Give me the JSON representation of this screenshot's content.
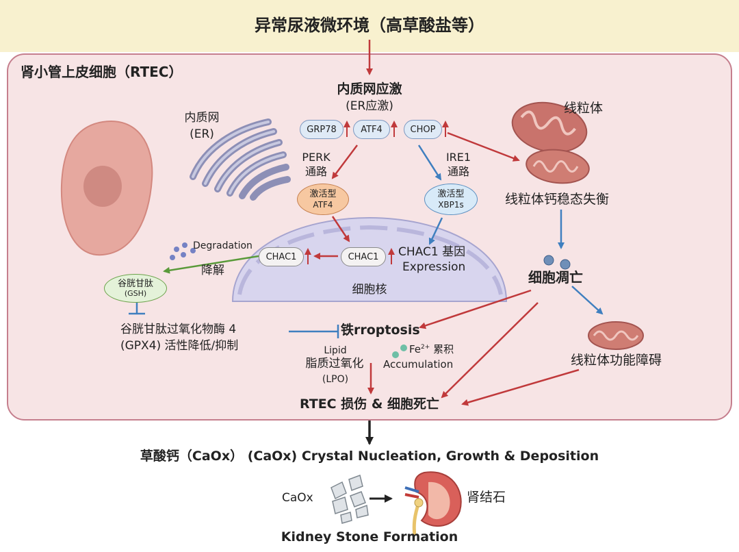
{
  "header": {
    "title": "异常尿液微环境（高草酸盐等）"
  },
  "cell": {
    "title": "肾小管上皮细胞（RTEC）"
  },
  "er_stress": {
    "title": "内质网应激",
    "subtitle": "(ER应激)"
  },
  "er": {
    "label_line1": "内质网",
    "label_line2": "(ER)"
  },
  "markers": {
    "grp78": "GRP78",
    "atf4": "ATF4",
    "chop": "CHOP"
  },
  "perk": {
    "line1": "PERK",
    "line2": "通路"
  },
  "ire1": {
    "line1": "IRE1",
    "line2": "通路"
  },
  "active_atf4": {
    "line1": "激活型",
    "line2": "ATF4"
  },
  "xbp1s": {
    "line1": "激活型",
    "line2": "XBP1s"
  },
  "nucleus": {
    "label": "细胞核",
    "chac1_inner": "CHAC1",
    "chac1_outer": "CHAC1",
    "gene_line1": "CHAC1 基因",
    "gene_line2": "Expression"
  },
  "degradation": {
    "en": "Degradation",
    "zh": "降解"
  },
  "gsh": {
    "line1": "谷胱甘肽",
    "line2": "(GSH)"
  },
  "gpx4": {
    "line1": "谷胱甘肽过氧化物酶 4",
    "line2": "(GPX4) 活性降低/抑制"
  },
  "ferroptosis": {
    "label": "铁rroptosis"
  },
  "lipid": {
    "line1": "Lipid",
    "line2": "脂质过氧化",
    "line3": "(LPO)"
  },
  "fe": {
    "prefix": "Fe",
    "sup": "2+",
    "suffix": " 累积",
    "line2": "Accumulation"
  },
  "mito": {
    "label": "线粒体",
    "homeostasis": "线粒体钙稳态失衡",
    "apoptosis": "细胞凋亡",
    "dysfunction": "线粒体功能障碍"
  },
  "injury": {
    "label": "RTEC 损伤 & 细胞死亡"
  },
  "crystal": {
    "label": "草酸钙（CaOx） (CaOx) Crystal Nucleation, Growth & Deposition"
  },
  "stone": {
    "caox": "CaOx",
    "kidney": "肾结石",
    "formation": "Kidney Stone Formation"
  },
  "colors": {
    "red_arrow": "#c0393b",
    "blue_arrow": "#3f7fbf",
    "green_arrow": "#5a9a3a",
    "cell_fill": "#f7e4e5",
    "cell_border": "#c57e8d",
    "band_fill": "#f8f1cf"
  }
}
